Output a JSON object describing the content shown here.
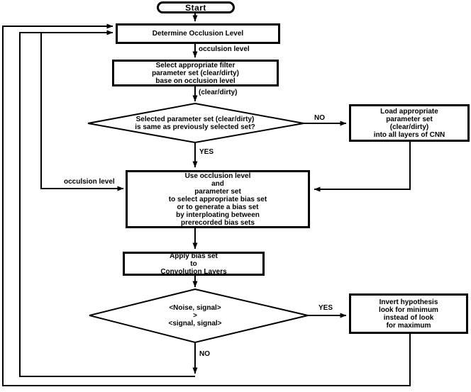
{
  "diagram": {
    "type": "flowchart",
    "colors": {
      "line": "#000000",
      "background": "#ffffff",
      "text": "#000000"
    },
    "nodes": {
      "start": {
        "shape": "terminator",
        "label": "Start"
      },
      "determine": {
        "shape": "process",
        "label": "Determine Occlusion Level"
      },
      "select_filter": {
        "shape": "process",
        "label": "Select appropriate filter\nparameter set (clear/dirty)\nbase on occlusion level"
      },
      "same_set": {
        "shape": "decision",
        "label": "Selected parameter set (clear/dirty)\nis same as previously selected set?"
      },
      "load_params": {
        "shape": "process",
        "label": "Load appropriate\nparameter set\n(clear/dirty)\ninto all layers of CNN"
      },
      "use_bias": {
        "shape": "process",
        "label": "Use occlusion level\nand\nparameter set\nto select appropriate bias set\nor to generate a bias set\nby interploating between\nprerecorded bias sets"
      },
      "apply_bias": {
        "shape": "process",
        "label": "Apply bias set\nto\nConvolution Layers"
      },
      "noise_check": {
        "shape": "decision",
        "label": "<Noise, signal>\n>\n<signal, signal>"
      },
      "invert": {
        "shape": "process",
        "label": "Invert hypothesis\nlook for minimum\ninstead of look\nfor maximum"
      }
    },
    "edge_labels": {
      "occlusion_level_top": "occulsion level",
      "clear_dirty": "(clear/dirty)",
      "no_top": "NO",
      "yes_top": "YES",
      "occlusion_level_left": "occulsion level",
      "yes_bottom": "YES",
      "no_bottom": "NO"
    },
    "edges": [
      "start -> determine",
      "determine -> select_filter : occulsion level",
      "select_filter -> same_set : (clear/dirty)",
      "same_set -> load_params : NO",
      "same_set -> use_bias : YES",
      "load_params -> use_bias",
      "occulsion level -> use_bias (left feed)",
      "use_bias -> apply_bias",
      "apply_bias -> noise_check",
      "noise_check -> invert : YES",
      "noise_check -> determine : NO (loop left)",
      "invert -> determine (outer loop)"
    ]
  }
}
